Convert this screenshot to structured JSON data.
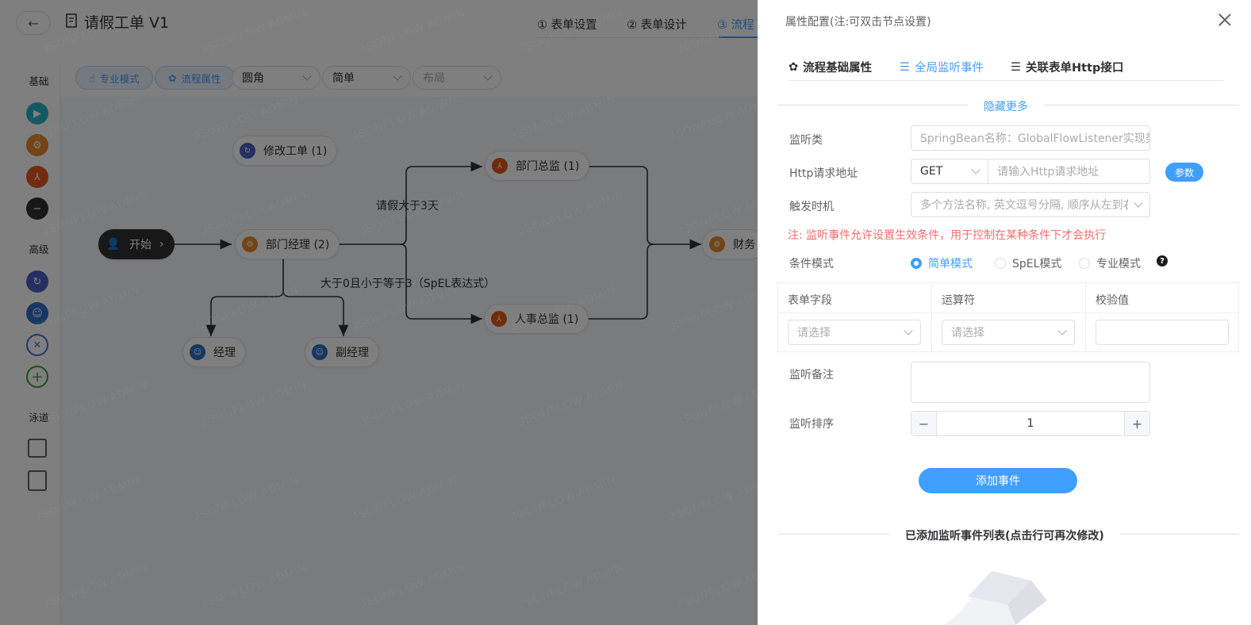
{
  "app": {
    "title": "请假工单 V1"
  },
  "steps": [
    {
      "label": "① 表单设置"
    },
    {
      "label": "② 表单设计"
    },
    {
      "label": "③ 流程"
    }
  ],
  "toolbox": {
    "sections": [
      "基础",
      "高级",
      "泳道"
    ]
  },
  "controls": {
    "pro_mode": "专业模式",
    "flow_props": "流程属性",
    "shape_select": "圆角",
    "style_select": "简单",
    "layout_placeholder": "布局"
  },
  "flow": {
    "nodes": [
      {
        "label": "开始"
      },
      {
        "label": "修改工单 (1)"
      },
      {
        "label": "部门经理 (2)"
      },
      {
        "label": "部门总监 (1)"
      },
      {
        "label": "人事总监 (1)"
      },
      {
        "label": "经理"
      },
      {
        "label": "副经理"
      },
      {
        "label": "财务"
      }
    ],
    "edge_labels": [
      "请假大于3天",
      "大于0且小于等于3（SpEL表达式）"
    ]
  },
  "watermark_text": "JSONFLOW ADMIN",
  "drawer": {
    "title": "属性配置(注:可双击节点设置)",
    "tabs": [
      {
        "label": "流程基础属性",
        "icon": "gear-icon"
      },
      {
        "label": "全局监听事件",
        "icon": "sliders-icon"
      },
      {
        "label": "关联表单Http接口",
        "icon": "sliders-icon"
      }
    ],
    "active_tab": 1,
    "hide_more": "隐藏更多",
    "form": {
      "listener_class_label": "监听类",
      "listener_class_placeholder": "SpringBean名称：GlobalFlowListener实现类",
      "http_label": "Http请求地址",
      "http_method": "GET",
      "http_url_placeholder": "请输入Http请求地址",
      "param_button": "参数",
      "trigger_label": "触发时机",
      "trigger_placeholder": "多个方法名称, 英文逗号分隔, 顺序从左到右",
      "note": "注: 监听事件允许设置生效条件，用于控制在某种条件下才会执行",
      "condition_label": "条件模式",
      "condition_modes": [
        "简单模式",
        "SpEL模式",
        "专业模式"
      ],
      "condition_selected": "简单模式",
      "table_headers": [
        "表单字段",
        "运算符",
        "校验值"
      ],
      "field_placeholder": "请选择",
      "operator_placeholder": "请选择",
      "remark_label": "监听备注",
      "order_label": "监听排序",
      "order_value": "1",
      "add_button": "添加事件",
      "list_title": "已添加监听事件列表(点击行可再次修改)"
    }
  },
  "colors": {
    "primary": "#409eff",
    "danger": "#f56c6c",
    "node_orange": "#e6892e",
    "node_red_orange": "#e3561e",
    "node_blue": "#4a5fc1",
    "node_teal": "#2bb5c4"
  }
}
